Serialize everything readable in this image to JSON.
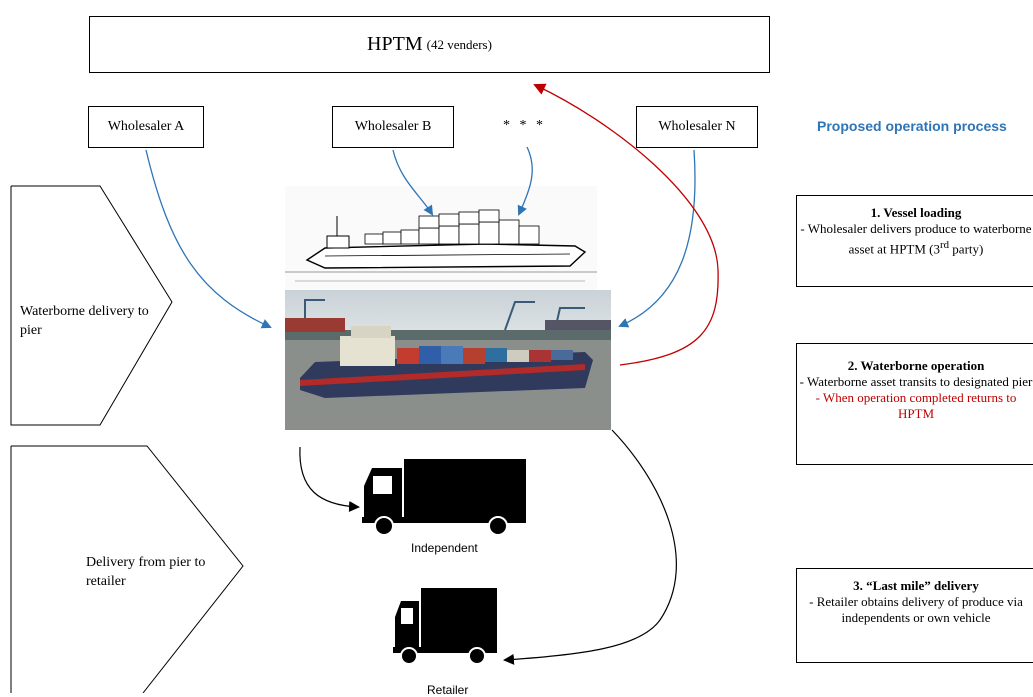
{
  "header": {
    "title": "HPTM",
    "subtitle": "(42 venders)"
  },
  "wholesalers": {
    "a": "Wholesaler  A",
    "b": "Wholesaler  B",
    "dots": "* * *",
    "n": "Wholesaler  N"
  },
  "stages": {
    "stage1": "Waterborne delivery to pier",
    "stage2": "Delivery from pier to retailer"
  },
  "trucks": {
    "independent": "Independent",
    "retailer": "Retailer"
  },
  "process": {
    "title": "Proposed operation process",
    "step1": {
      "title": "1. Vessel loading",
      "line1": "- Wholesaler delivers produce to waterborne asset at HPTM  (3",
      "sup": "rd",
      "line2": " party)"
    },
    "step2": {
      "title": "2. Waterborne operation",
      "line1": "- Waterborne asset transits to designated pier",
      "red": "- When operation completed returns to HPTM"
    },
    "step3": {
      "title": "3. “Last mile” delivery",
      "line1": "- Retailer obtains delivery of produce via independents or own vehicle"
    }
  },
  "colors": {
    "blue_arrow": "#2E75B6",
    "red_arrow": "#C00000",
    "title_blue": "#2E75B6"
  }
}
